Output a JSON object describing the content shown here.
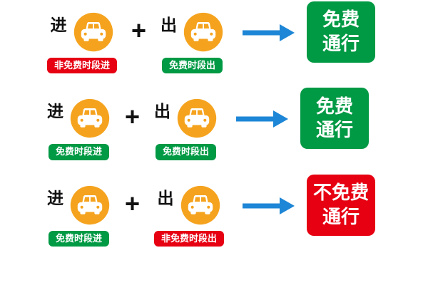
{
  "plus": "+",
  "colors": {
    "car_circle": "#F5A31E",
    "arrow_blue": "#1E86D6",
    "badge_red": "#E60012",
    "badge_green": "#009944"
  },
  "rows": [
    {
      "enter": {
        "direction": "进",
        "badge": "非免费时段进",
        "badge_color": "#E60012"
      },
      "exit": {
        "direction": "出",
        "badge": "免费时段出",
        "badge_color": "#009944"
      },
      "result": {
        "line1": "免费",
        "line2": "通行",
        "color": "#009944"
      }
    },
    {
      "enter": {
        "direction": "进",
        "badge": "免费时段进",
        "badge_color": "#009944"
      },
      "exit": {
        "direction": "出",
        "badge": "免费时段出",
        "badge_color": "#009944"
      },
      "result": {
        "line1": "免费",
        "line2": "通行",
        "color": "#009944"
      }
    },
    {
      "enter": {
        "direction": "进",
        "badge": "免费时段进",
        "badge_color": "#009944"
      },
      "exit": {
        "direction": "出",
        "badge": "非免费时段出",
        "badge_color": "#E60012"
      },
      "result": {
        "line1": "不免费",
        "line2": "通行",
        "color": "#E60012"
      }
    }
  ]
}
